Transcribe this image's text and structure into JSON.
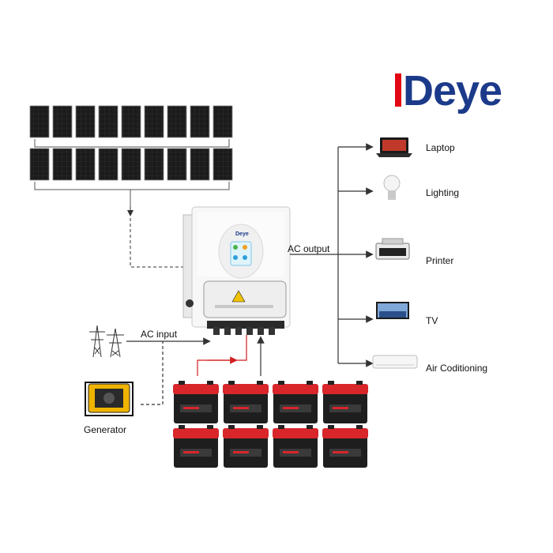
{
  "brand": {
    "name": "Deye",
    "color": "#1c3a8a",
    "accent": "#e30613"
  },
  "labels": {
    "ac_output": "AC output",
    "ac_input": "AC input",
    "generator": "Generator"
  },
  "loads": [
    {
      "label": "Laptop",
      "icon": "laptop-icon"
    },
    {
      "label": "Lighting",
      "icon": "bulb-icon"
    },
    {
      "label": "Printer",
      "icon": "printer-icon"
    },
    {
      "label": "TV",
      "icon": "tv-icon"
    },
    {
      "label": "Air Coditioning",
      "icon": "air-conditioner-icon"
    }
  ],
  "colors": {
    "line": "#333333",
    "battery_line": "#d21f1f",
    "battery_top": "#d8262b",
    "battery_body": "#1e1e1e"
  }
}
